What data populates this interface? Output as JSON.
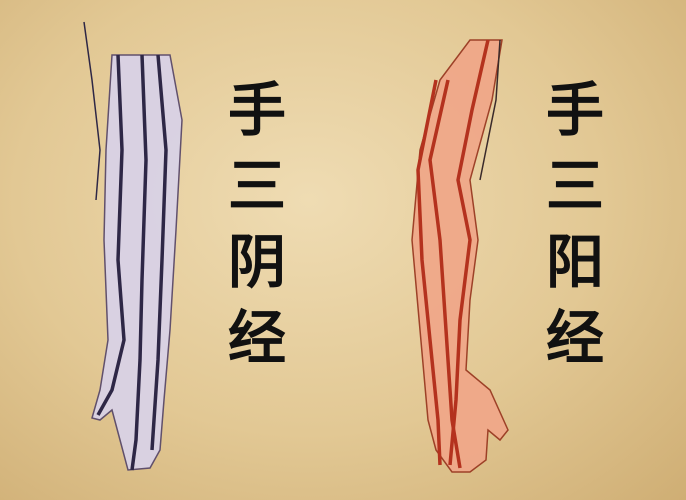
{
  "left_diagram": {
    "title_chars": [
      "手",
      "三",
      "阴",
      "经"
    ],
    "arm_color": "#d9d2e6",
    "meridian_color": "#2e2746"
  },
  "right_diagram": {
    "title_chars": [
      "手",
      "三",
      "阳",
      "经"
    ],
    "arm_color": "#f0a889",
    "meridian_color": "#b4321e"
  },
  "background_color": "#e6cfa0"
}
